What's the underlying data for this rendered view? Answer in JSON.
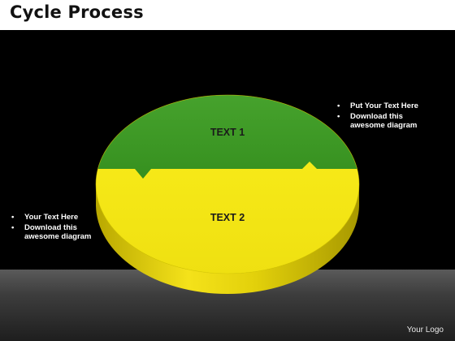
{
  "title": "Cycle Process",
  "segments": [
    {
      "label": "TEXT 1",
      "color": "#3f9a2a"
    },
    {
      "label": "TEXT 2",
      "color": "#f2e416"
    }
  ],
  "bullets_right": [
    {
      "bullet": "•",
      "text": "Put Your Text Here"
    },
    {
      "bullet": "•",
      "text": "Download this awesome diagram"
    }
  ],
  "bullets_left": [
    {
      "bullet": "•",
      "text": "Your Text Here"
    },
    {
      "bullet": "•",
      "text": "Download this awesome diagram"
    }
  ],
  "logo": "Your Logo",
  "colors": {
    "background": "#000000",
    "floor": "#4a4a4a",
    "green": "#3f9a2a",
    "yellow": "#f2e416",
    "yellow_side": "#c9b800"
  }
}
